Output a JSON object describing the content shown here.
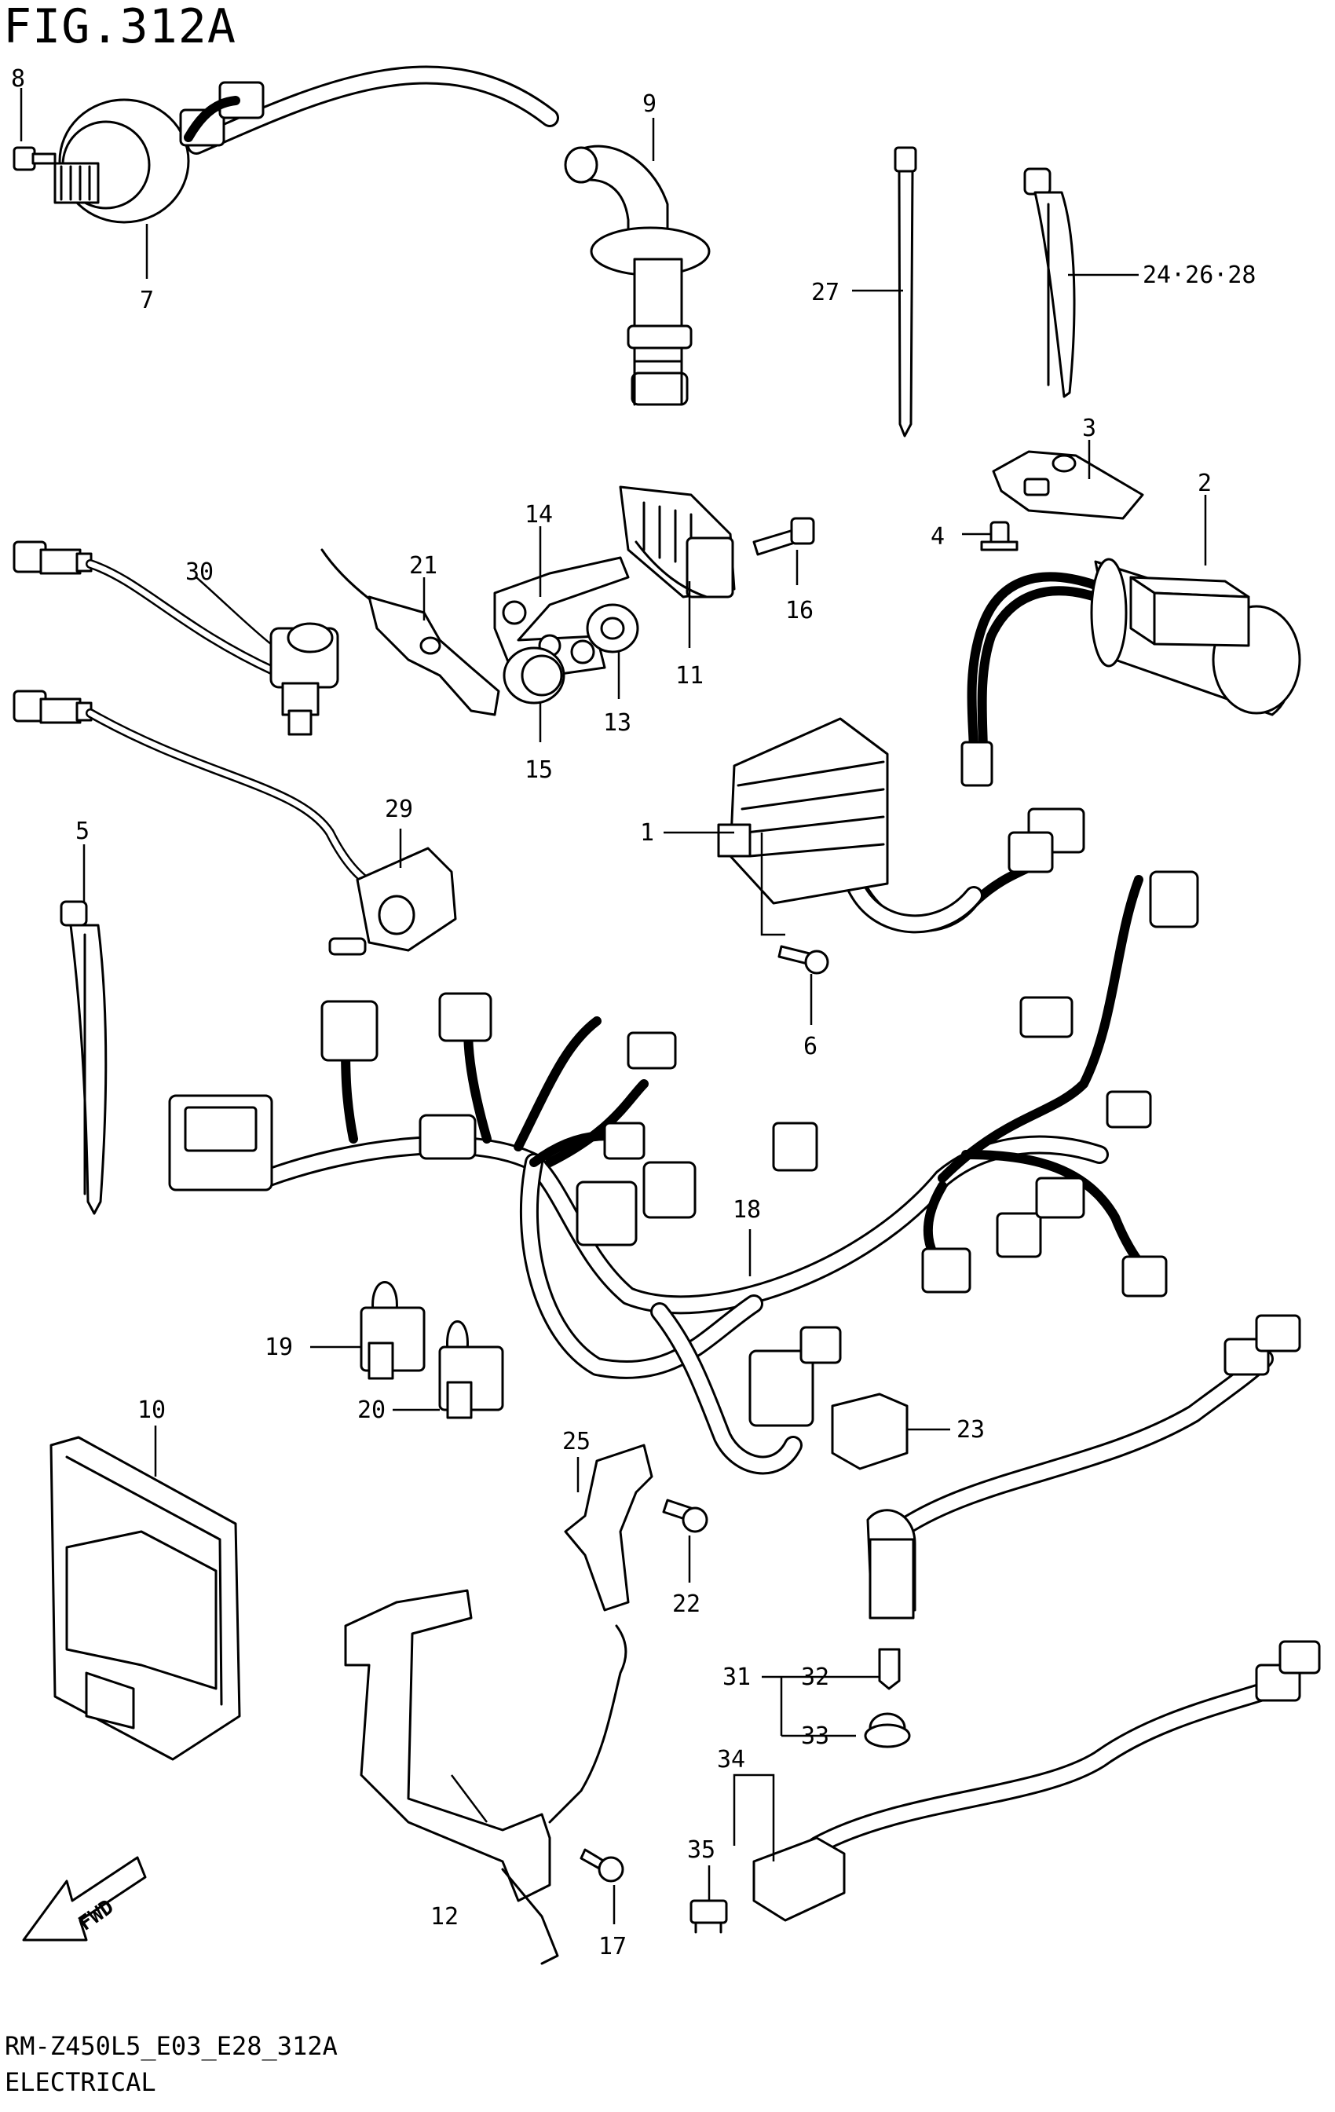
{
  "figure": {
    "title": "FIG.312A",
    "model_code": "RM-Z450L5_E03_E28_312A",
    "section": "ELECTRICAL",
    "direction_label": "FWD"
  },
  "callouts": {
    "c1": "1",
    "c2": "2",
    "c3": "3",
    "c4": "4",
    "c5": "5",
    "c6": "6",
    "c7": "7",
    "c8": "8",
    "c9": "9",
    "c10": "10",
    "c11": "11",
    "c12": "12",
    "c13": "13",
    "c14": "14",
    "c15": "15",
    "c16": "16",
    "c17": "17",
    "c18": "18",
    "c19": "19",
    "c20": "20",
    "c21": "21",
    "c22": "22",
    "c23": "23",
    "c24": "24·26·28",
    "c25": "25",
    "c27": "27",
    "c29": "29",
    "c30": "30",
    "c31": "31",
    "c32": "32",
    "c33": "33",
    "c34": "34",
    "c35": "35"
  }
}
